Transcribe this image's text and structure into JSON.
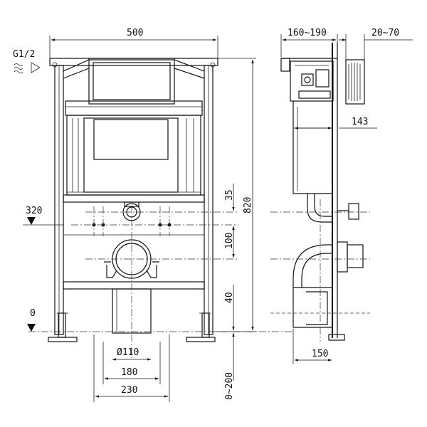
{
  "front_view": {
    "width_label": "500",
    "height_label": "820",
    "supply_label": "G1/2",
    "level_320_label": "320",
    "level_0_label": "0",
    "dim_35": "35",
    "dim_100": "100",
    "dim_40": "40",
    "dim_0_200": "0~200",
    "pipe_label": "Ø110",
    "dim_180": "180",
    "dim_230": "230"
  },
  "side_view": {
    "dim_160_190": "160~190",
    "dim_20_70": "20~70",
    "dim_143": "143",
    "dim_150": "150"
  }
}
